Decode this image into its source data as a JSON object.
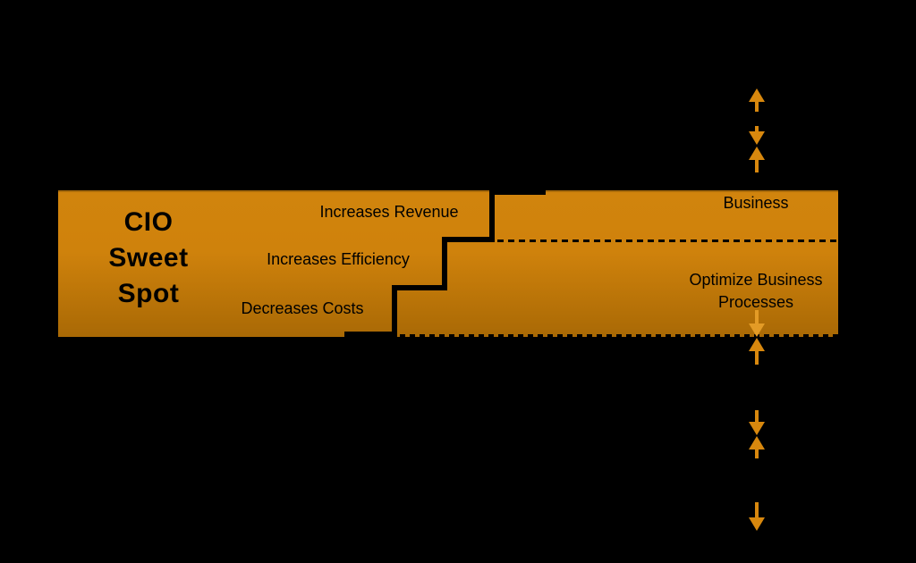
{
  "diagram": {
    "sweet_spot_lines": [
      "CIO",
      "Sweet",
      "Spot"
    ],
    "benefit_labels": [
      "Increases Revenue",
      "Increases Efficiency",
      "Decreases Costs"
    ],
    "right_region": {
      "top_label": "Business",
      "bottom_line1": "Optimize Business",
      "bottom_line2": "Processes"
    }
  },
  "icons": [
    "upper-up-arrow-icon",
    "upper-converging-down-arrow-icon",
    "upper-converging-up-arrow-icon",
    "band-down-arrow-icon",
    "lower-up-arrow-icon",
    "lower-converging-down-arrow-icon",
    "lower-converging-up-arrow-icon",
    "bottom-down-arrow-icon"
  ],
  "colors": {
    "background": "#000000",
    "band_top": "#D1840D",
    "band_mid": "#CF820C",
    "band_bottom": "#A96905",
    "line_black": "#000000",
    "arrow": "#D8880E",
    "arrow_light": "#E39B26",
    "text": "#000000"
  }
}
